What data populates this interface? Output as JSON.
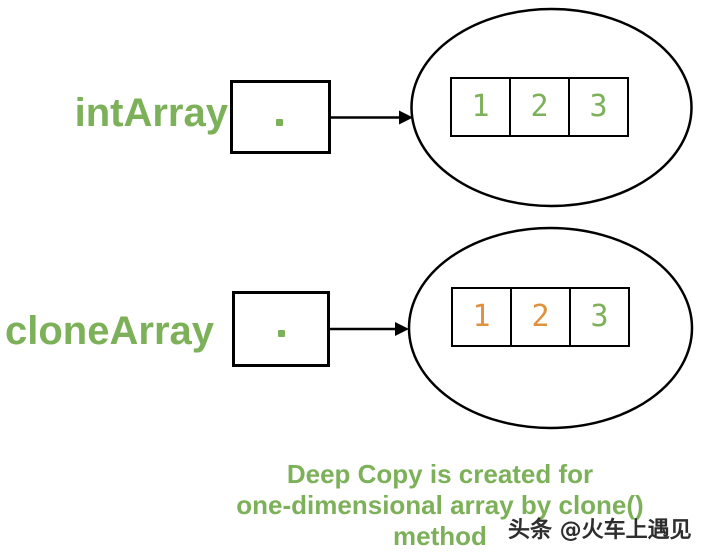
{
  "colors": {
    "green": "#7cb15a",
    "orange": "#e0913e",
    "ink": "#000000",
    "watermark": "#2e2e2e"
  },
  "rows": [
    {
      "label": "intArray",
      "pointer_dot_icon": "green-square-dot",
      "cells": [
        {
          "value": "1",
          "color": "green"
        },
        {
          "value": "2",
          "color": "green"
        },
        {
          "value": "3",
          "color": "green"
        }
      ]
    },
    {
      "label": "cloneArray",
      "pointer_dot_icon": "green-square-dot",
      "cells": [
        {
          "value": "1",
          "color": "orange"
        },
        {
          "value": "2",
          "color": "orange"
        },
        {
          "value": "3",
          "color": "green"
        }
      ]
    }
  ],
  "caption": {
    "lines": [
      "Deep Copy is created for",
      "one-dimensional array by clone()",
      "method"
    ]
  },
  "watermark": {
    "text": "头条 @火车上遇见"
  }
}
